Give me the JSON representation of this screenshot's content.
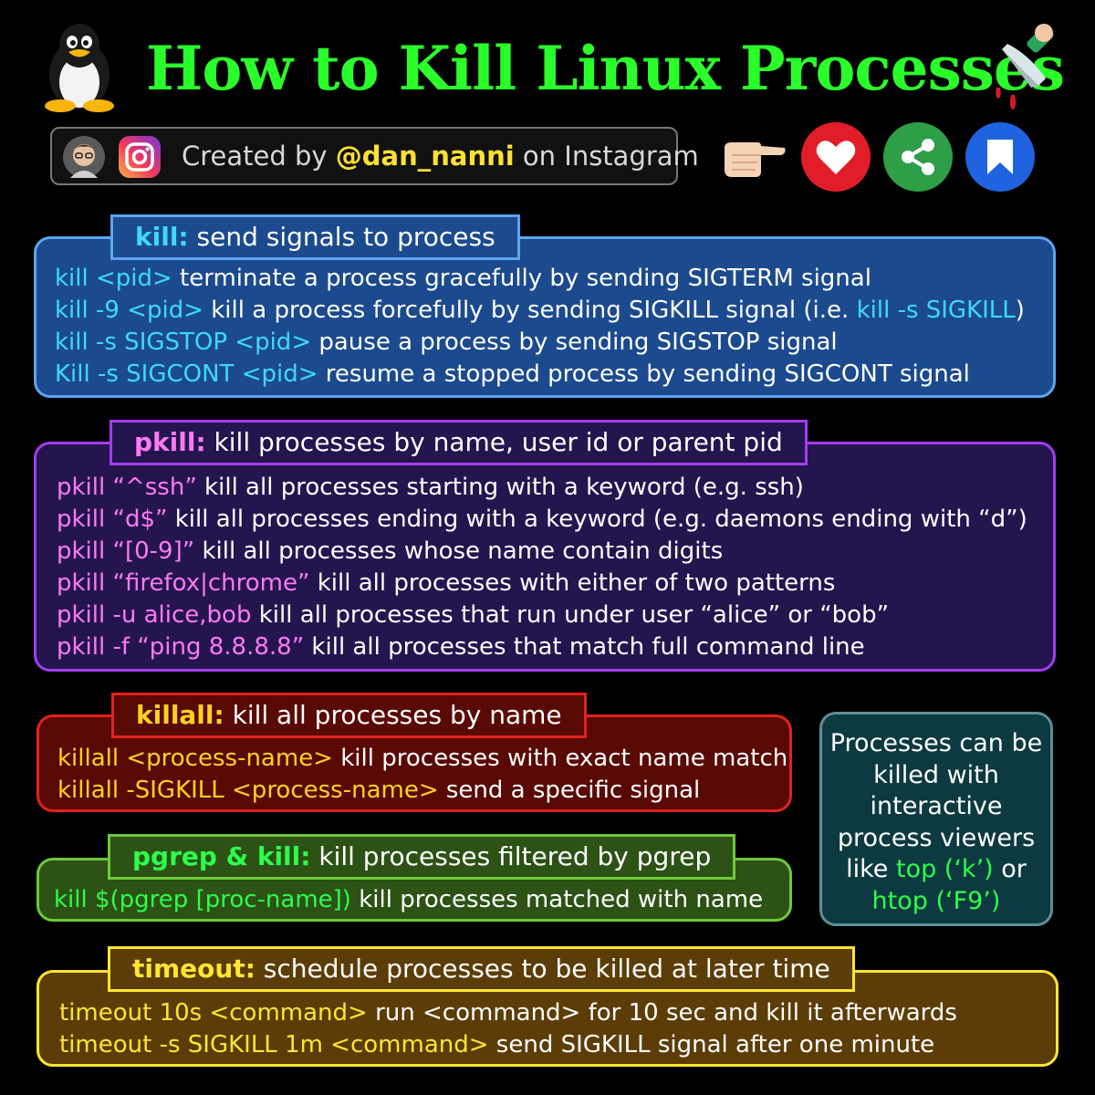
{
  "header": {
    "title": "How to Kill Linux Processes",
    "creator_prefix": "Created by ",
    "creator_handle": "@dan_nanni",
    "creator_suffix": " on Instagram"
  },
  "icons": {
    "left": "tux-penguin-icon",
    "right": "bloody-knife-icon",
    "actions": [
      "pointing-hand-icon",
      "heart-icon",
      "share-icon",
      "bookmark-icon"
    ]
  },
  "colors": {
    "title": "#2bff2b",
    "kill": "#3fd8ff",
    "pkill": "#ff7af2",
    "killall": "#ffd21f",
    "pgrep": "#2dff4a",
    "timeout": "#ffe533"
  },
  "sections": {
    "kill": {
      "cmd": "kill:",
      "desc": " send signals to process",
      "rows": [
        {
          "cmd": "kill <pid>",
          "text": " terminate a process gracefully by sending SIGTERM signal"
        },
        {
          "cmd": "kill -9 <pid>",
          "text": " kill a process forcefully by sending SIGKILL signal (i.e. ",
          "cmd2": "kill -s SIGKILL",
          "text2": ")"
        },
        {
          "cmd": "kill -s SIGSTOP <pid>",
          "text": " pause a process by sending SIGSTOP signal"
        },
        {
          "cmd": "Kill -s SIGCONT <pid>",
          "text": " resume a stopped process by sending SIGCONT signal"
        }
      ]
    },
    "pkill": {
      "cmd": "pkill:",
      "desc": " kill processes by name, user id or parent pid",
      "rows": [
        {
          "cmd": "pkill “^ssh”",
          "text": " kill all processes starting with a keyword (e.g. ssh)"
        },
        {
          "cmd": "pkill “d$”",
          "text": "  kill all processes ending with a keyword (e.g. daemons ending with “d”)"
        },
        {
          "cmd": "pkill “[0-9]”",
          "text": "  kill all processes whose name contain digits"
        },
        {
          "cmd": "pkill “firefox|chrome”",
          "text": "  kill all processes with either of two patterns"
        },
        {
          "cmd": "pkill -u alice,bob",
          "text": "  kill all processes that run under user “alice” or “bob”"
        },
        {
          "cmd": "pkill -f “ping 8.8.8.8”",
          "text": "  kill all processes that match full command line"
        }
      ]
    },
    "killall": {
      "cmd": "killall:",
      "desc": " kill all processes by name",
      "rows": [
        {
          "cmd": "killall <process-name>",
          "text": " kill processes with exact name match"
        },
        {
          "cmd": "killall -SIGKILL <process-name>",
          "text": " send a specific signal"
        }
      ]
    },
    "pgrep": {
      "cmd": "pgrep & kill:",
      "desc": " kill processes filtered by pgrep",
      "rows": [
        {
          "cmd": "kill $(pgrep [proc-name])",
          "text": "  kill processes matched with name"
        }
      ]
    },
    "timeout": {
      "cmd": "timeout:",
      "desc": " schedule processes to be killed at later time",
      "rows": [
        {
          "cmd": "timeout 10s <command>",
          "text": "  run <command> for 10 sec and kill it afterwards"
        },
        {
          "cmd": "timeout -s SIGKILL 1m <command>",
          "text": "  send SIGKILL signal after one minute"
        }
      ]
    }
  },
  "viewer_note": {
    "text1": "Processes can be killed with interactive process viewers like ",
    "cmd1": "top (‘k’)",
    "text2": " or ",
    "cmd2": "htop (‘F9’)"
  }
}
